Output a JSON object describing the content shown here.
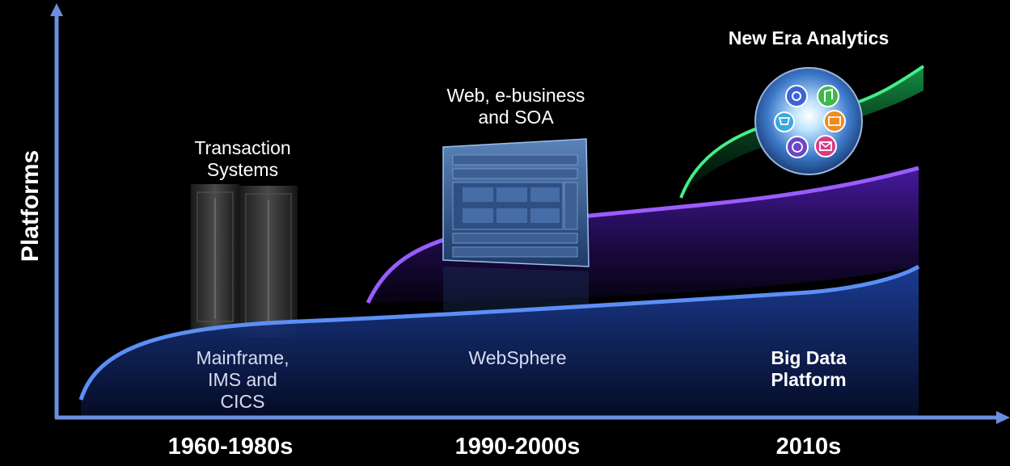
{
  "axis": {
    "y_title": "Platforms"
  },
  "eras": [
    {
      "title": "Transaction\nSystems",
      "platform": "Mainframe,\nIMS and\nCICS",
      "decade": "1960-1980s"
    },
    {
      "title": "Web, e-business\nand SOA",
      "platform": "WebSphere",
      "decade": "1990-2000s"
    },
    {
      "title": "New Era Analytics",
      "platform": "Big Data\nPlatform",
      "decade": "2010s"
    }
  ],
  "colors": {
    "background": "#000000",
    "axis": "#6b8fe0",
    "blue_wave": "#3d6ee0",
    "purple_wave": "#7a3cf0",
    "green_wave": "#2fd46a"
  },
  "icons": [
    "film-reel-icon",
    "music-note-icon",
    "shopping-cart-icon",
    "camera-icon",
    "globe-cursor-icon",
    "mail-icon"
  ]
}
